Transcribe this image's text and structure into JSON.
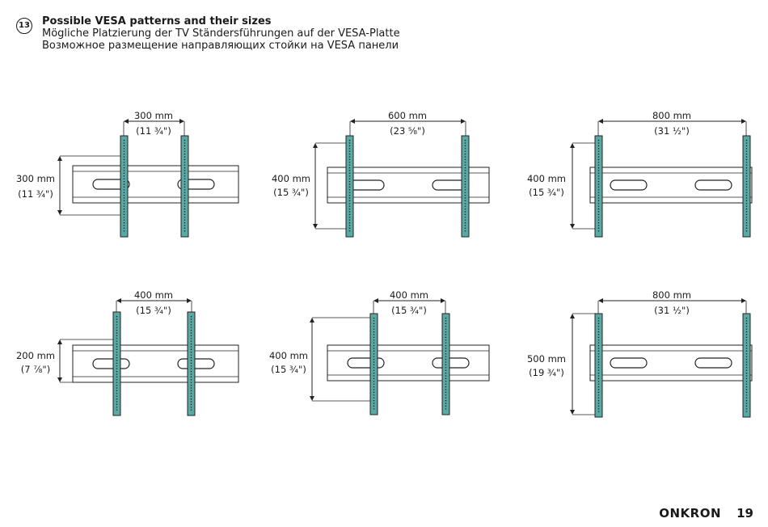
{
  "header": {
    "step": "13",
    "title_en": "Possible VESA patterns and their sizes",
    "title_de": "Mögliche Platzierung der TV Ständersführungen auf der VESA-Platte",
    "title_ru": "Возможное размещение направляющих стойки на VESA панели"
  },
  "colors": {
    "bracket": "#5aa9a4",
    "stroke": "#222222"
  },
  "diagrams": [
    {
      "width_mm": "300 mm",
      "width_in": "(11 ¾\")",
      "height_mm": "300 mm",
      "height_in": "(11 ¾\")"
    },
    {
      "width_mm": "600 mm",
      "width_in": "(23 ⅝\")",
      "height_mm": "400 mm",
      "height_in": "(15 ¾\")"
    },
    {
      "width_mm": "800 mm",
      "width_in": "(31 ½\")",
      "height_mm": "400 mm",
      "height_in": "(15 ¾\")"
    },
    {
      "width_mm": "400 mm",
      "width_in": "(15 ¾\")",
      "height_mm": "200 mm",
      "height_in": "(7 ⅞\")"
    },
    {
      "width_mm": "400 mm",
      "width_in": "(15 ¾\")",
      "height_mm": "400 mm",
      "height_in": "(15 ¾\")"
    },
    {
      "width_mm": "800 mm",
      "width_in": "(31 ½\")",
      "height_mm": "500 mm",
      "height_in": "(19 ¾\")"
    }
  ],
  "footer": {
    "brand": "ONKRON",
    "page": "19"
  }
}
